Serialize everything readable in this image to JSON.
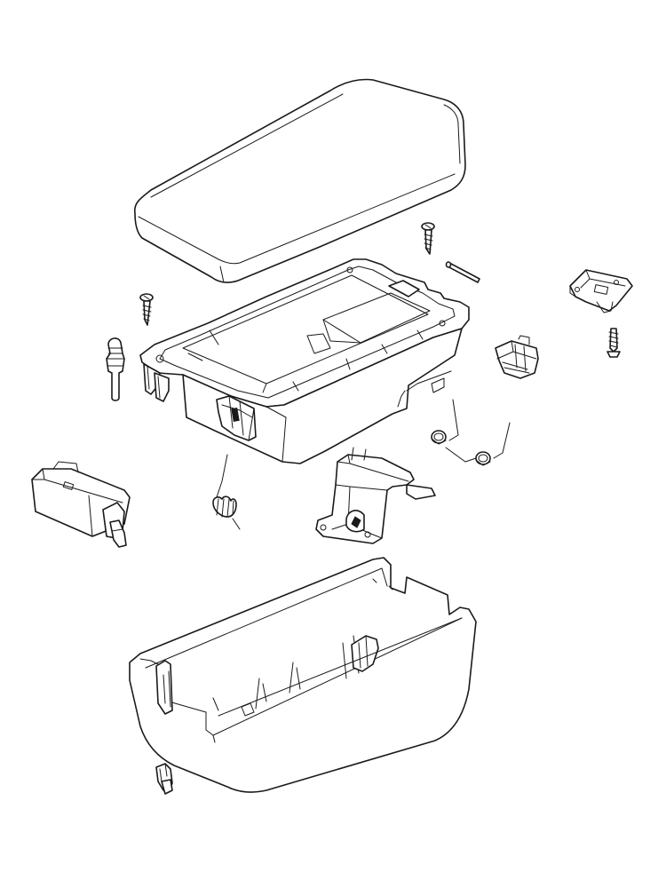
{
  "diagram": {
    "type": "exploded-parts-diagram",
    "parts": [
      {
        "id": "armrest-lid",
        "icon": "lid-cover-icon"
      },
      {
        "id": "lid-screw",
        "icon": "screw-icon"
      },
      {
        "id": "hinge-pin",
        "icon": "pin-icon"
      },
      {
        "id": "latch-bracket",
        "icon": "latch-bracket-icon"
      },
      {
        "id": "bracket-screw",
        "icon": "screw-icon"
      },
      {
        "id": "inner-tray",
        "icon": "storage-tray-icon"
      },
      {
        "id": "tray-screw",
        "icon": "screw-icon"
      },
      {
        "id": "plunger-pin",
        "icon": "plunger-icon"
      },
      {
        "id": "spring-clip",
        "icon": "clip-icon"
      },
      {
        "id": "torsion-spring-pair",
        "icon": "torsion-spring-icon"
      },
      {
        "id": "lock-cylinder",
        "icon": "lock-icon"
      },
      {
        "id": "coil-spring",
        "icon": "coil-spring-icon"
      },
      {
        "id": "hinge-bracket",
        "icon": "hinge-bracket-icon"
      },
      {
        "id": "outer-housing",
        "icon": "housing-icon"
      },
      {
        "id": "retainer-clip",
        "icon": "retainer-clip-icon"
      }
    ]
  }
}
